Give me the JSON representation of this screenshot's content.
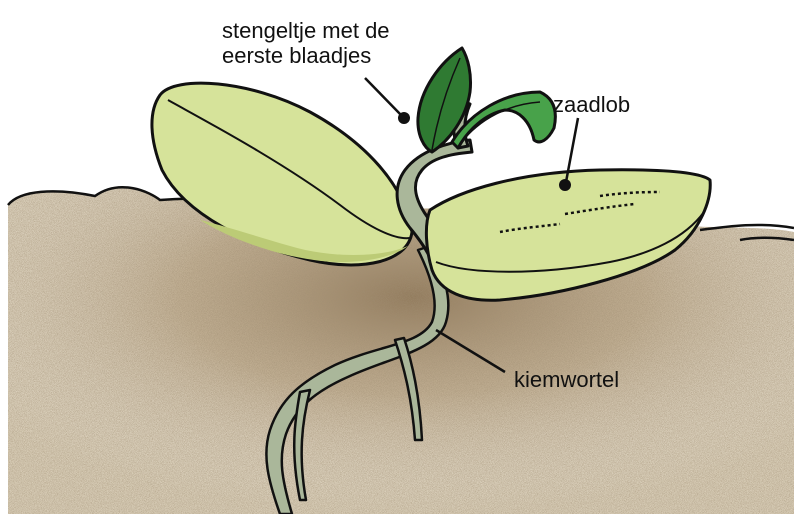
{
  "labels": {
    "stem_line1": "stengeltje met de",
    "stem_line2": "eerste blaadjes",
    "cotyledon": "zaadlob",
    "root": "kiemwortel"
  },
  "colors": {
    "soil_light": "#d9ceb8",
    "soil_dark": "#8a6f4c",
    "cotyledon_fill": "#d6e39a",
    "cotyledon_shadow": "#bccb76",
    "stem_fill": "#aab79a",
    "leaf_dark": "#2f7a32",
    "leaf_light": "#48a24a",
    "outline": "#111111"
  }
}
